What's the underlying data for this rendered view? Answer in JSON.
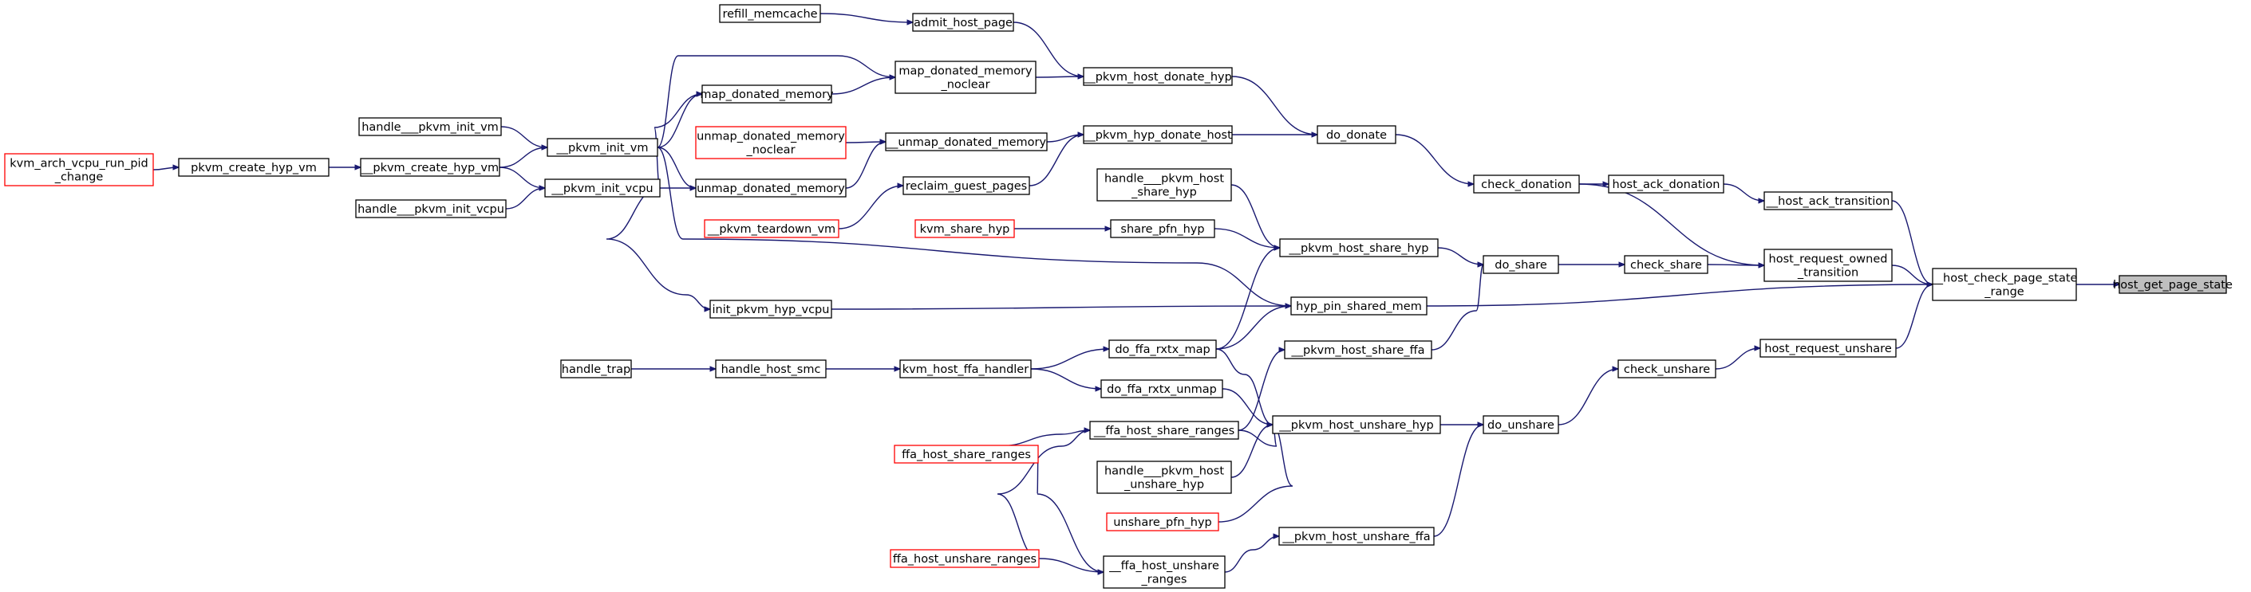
{
  "graph": {
    "type": "caller-graph",
    "colors": {
      "edge": "#191970",
      "node_border": "#000000",
      "truncated_border": "#ff0000",
      "root_fill": "#bfbfbf"
    },
    "nodes": [
      {
        "id": "root",
        "lines": [
          "host_get_page_state"
        ],
        "style": "root"
      },
      {
        "id": "hcpsr",
        "lines": [
          "__host_check_page_state",
          "_range"
        ]
      },
      {
        "id": "hat",
        "lines": [
          "__host_ack_transition"
        ]
      },
      {
        "id": "hro",
        "lines": [
          "host_request_owned",
          "_transition"
        ]
      },
      {
        "id": "hru",
        "lines": [
          "host_request_unshare"
        ]
      },
      {
        "id": "hpsm",
        "lines": [
          "hyp_pin_shared_mem"
        ]
      },
      {
        "id": "had",
        "lines": [
          "host_ack_donation"
        ]
      },
      {
        "id": "cdon",
        "lines": [
          "check_donation"
        ]
      },
      {
        "id": "cshare",
        "lines": [
          "check_share"
        ]
      },
      {
        "id": "cunshare",
        "lines": [
          "check_unshare"
        ]
      },
      {
        "id": "ddon",
        "lines": [
          "do_donate"
        ]
      },
      {
        "id": "dshare",
        "lines": [
          "do_share"
        ]
      },
      {
        "id": "dunshare",
        "lines": [
          "do_unshare"
        ]
      },
      {
        "id": "phdh",
        "lines": [
          "__pkvm_host_donate_hyp"
        ]
      },
      {
        "id": "phyd",
        "lines": [
          "__pkvm_hyp_donate_host"
        ]
      },
      {
        "id": "phsh",
        "lines": [
          "__pkvm_host_share_hyp"
        ]
      },
      {
        "id": "phsf",
        "lines": [
          "__pkvm_host_share_ffa"
        ]
      },
      {
        "id": "phuh",
        "lines": [
          "__pkvm_host_unshare_hyp"
        ]
      },
      {
        "id": "phuf",
        "lines": [
          "__pkvm_host_unshare_ffa"
        ]
      },
      {
        "id": "ahp",
        "lines": [
          "admit_host_page"
        ]
      },
      {
        "id": "rmc",
        "lines": [
          "refill_memcache"
        ]
      },
      {
        "id": "mdmn",
        "lines": [
          "map_donated_memory",
          "_noclear"
        ]
      },
      {
        "id": "mdm",
        "lines": [
          "map_donated_memory"
        ]
      },
      {
        "id": "udm2",
        "lines": [
          "__unmap_donated_memory"
        ]
      },
      {
        "id": "udmn",
        "lines": [
          "unmap_donated_memory",
          "_noclear"
        ],
        "style": "trunc"
      },
      {
        "id": "udm",
        "lines": [
          "unmap_donated_memory"
        ]
      },
      {
        "id": "rgp",
        "lines": [
          "reclaim_guest_pages"
        ]
      },
      {
        "id": "ptvm",
        "lines": [
          "__pkvm_teardown_vm"
        ],
        "style": "trunc"
      },
      {
        "id": "hpsh",
        "lines": [
          "handle___pkvm_host",
          "_share_hyp"
        ]
      },
      {
        "id": "spfn",
        "lines": [
          "share_pfn_hyp"
        ]
      },
      {
        "id": "ksh",
        "lines": [
          "kvm_share_hyp"
        ],
        "style": "trunc"
      },
      {
        "id": "dfrm",
        "lines": [
          "do_ffa_rxtx_map"
        ]
      },
      {
        "id": "dfru",
        "lines": [
          "do_ffa_rxtx_unmap"
        ]
      },
      {
        "id": "khfh",
        "lines": [
          "kvm_host_ffa_handler"
        ]
      },
      {
        "id": "hhs",
        "lines": [
          "handle_host_smc"
        ]
      },
      {
        "id": "htrap",
        "lines": [
          "handle_trap"
        ]
      },
      {
        "id": "fhsr2",
        "lines": [
          "__ffa_host_share_ranges"
        ]
      },
      {
        "id": "fhsr",
        "lines": [
          "ffa_host_share_ranges"
        ],
        "style": "trunc"
      },
      {
        "id": "fhur",
        "lines": [
          "ffa_host_unshare_ranges"
        ],
        "style": "trunc"
      },
      {
        "id": "fhur2",
        "lines": [
          "__ffa_host_unshare",
          "_ranges"
        ]
      },
      {
        "id": "hpuh",
        "lines": [
          "handle___pkvm_host",
          "_unshare_hyp"
        ]
      },
      {
        "id": "upfn",
        "lines": [
          "unshare_pfn_hyp"
        ],
        "style": "trunc"
      },
      {
        "id": "ipv",
        "lines": [
          "init_pkvm_hyp_vcpu"
        ]
      },
      {
        "id": "piv",
        "lines": [
          "__pkvm_init_vm"
        ]
      },
      {
        "id": "pivc",
        "lines": [
          "__pkvm_init_vcpu"
        ]
      },
      {
        "id": "hpiv",
        "lines": [
          "handle___pkvm_init_vm"
        ]
      },
      {
        "id": "pchv",
        "lines": [
          "__pkvm_create_hyp_vm"
        ]
      },
      {
        "id": "hpivc",
        "lines": [
          "handle___pkvm_init_vcpu"
        ]
      },
      {
        "id": "pchv2",
        "lines": [
          "pkvm_create_hyp_vm"
        ]
      },
      {
        "id": "kavr",
        "lines": [
          "kvm_arch_vcpu_run_pid",
          "_change"
        ],
        "style": "trunc"
      }
    ],
    "edges": [
      {
        "from": "hcpsr",
        "to": "root"
      },
      {
        "from": "hat",
        "to": "hcpsr"
      },
      {
        "from": "hro",
        "to": "hcpsr"
      },
      {
        "from": "hru",
        "to": "hcpsr"
      },
      {
        "from": "hpsm",
        "to": "hcpsr"
      },
      {
        "from": "had",
        "to": "hat"
      },
      {
        "from": "cdon",
        "to": "had"
      },
      {
        "from": "cdon",
        "to": "hro"
      },
      {
        "from": "cshare",
        "to": "hro"
      },
      {
        "from": "cunshare",
        "to": "hru"
      },
      {
        "from": "ddon",
        "to": "cdon"
      },
      {
        "from": "dshare",
        "to": "cshare"
      },
      {
        "from": "dunshare",
        "to": "cunshare"
      },
      {
        "from": "phdh",
        "to": "ddon"
      },
      {
        "from": "phyd",
        "to": "ddon"
      },
      {
        "from": "phsh",
        "to": "dshare"
      },
      {
        "from": "phsf",
        "to": "dshare"
      },
      {
        "from": "phuh",
        "to": "dunshare"
      },
      {
        "from": "phuf",
        "to": "dunshare"
      },
      {
        "from": "ahp",
        "to": "phdh"
      },
      {
        "from": "rmc",
        "to": "ahp"
      },
      {
        "from": "mdmn",
        "to": "phdh"
      },
      {
        "from": "mdm",
        "to": "mdmn"
      },
      {
        "from": "udm2",
        "to": "phyd"
      },
      {
        "from": "udmn",
        "to": "udm2"
      },
      {
        "from": "udm",
        "to": "udm2"
      },
      {
        "from": "rgp",
        "to": "phyd"
      },
      {
        "from": "ptvm",
        "to": "rgp"
      },
      {
        "from": "hpsh",
        "to": "phsh"
      },
      {
        "from": "spfn",
        "to": "phsh"
      },
      {
        "from": "ksh",
        "to": "spfn"
      },
      {
        "from": "dfrm",
        "to": "phsh"
      },
      {
        "from": "dfrm",
        "to": "hpsm"
      },
      {
        "from": "dfrm",
        "to": "phuh"
      },
      {
        "from": "dfru",
        "to": "phuh"
      },
      {
        "from": "khfh",
        "to": "dfrm"
      },
      {
        "from": "khfh",
        "to": "dfru"
      },
      {
        "from": "hhs",
        "to": "khfh"
      },
      {
        "from": "htrap",
        "to": "hhs"
      },
      {
        "from": "fhsr2",
        "to": "phsf"
      },
      {
        "from": "fhsr2",
        "to": "phuh"
      },
      {
        "from": "fhsr",
        "to": "fhsr2"
      },
      {
        "from": "fhur",
        "to": "fhsr2"
      },
      {
        "from": "fhsr",
        "to": "fhur2"
      },
      {
        "from": "fhur",
        "to": "fhur2"
      },
      {
        "from": "fhur2",
        "to": "phuf"
      },
      {
        "from": "hpuh",
        "to": "phuh"
      },
      {
        "from": "upfn",
        "to": "phuh"
      },
      {
        "from": "ipv",
        "to": "hpsm"
      },
      {
        "from": "piv",
        "to": "hpsm"
      },
      {
        "from": "piv",
        "to": "mdmn"
      },
      {
        "from": "piv",
        "to": "mdm"
      },
      {
        "from": "piv",
        "to": "udm"
      },
      {
        "from": "pivc",
        "to": "mdm"
      },
      {
        "from": "pivc",
        "to": "udm"
      },
      {
        "from": "pivc",
        "to": "ipv"
      },
      {
        "from": "hpiv",
        "to": "piv"
      },
      {
        "from": "pchv",
        "to": "piv"
      },
      {
        "from": "pchv",
        "to": "pivc"
      },
      {
        "from": "hpivc",
        "to": "pivc"
      },
      {
        "from": "pchv2",
        "to": "pchv"
      },
      {
        "from": "kavr",
        "to": "pchv2"
      }
    ]
  }
}
